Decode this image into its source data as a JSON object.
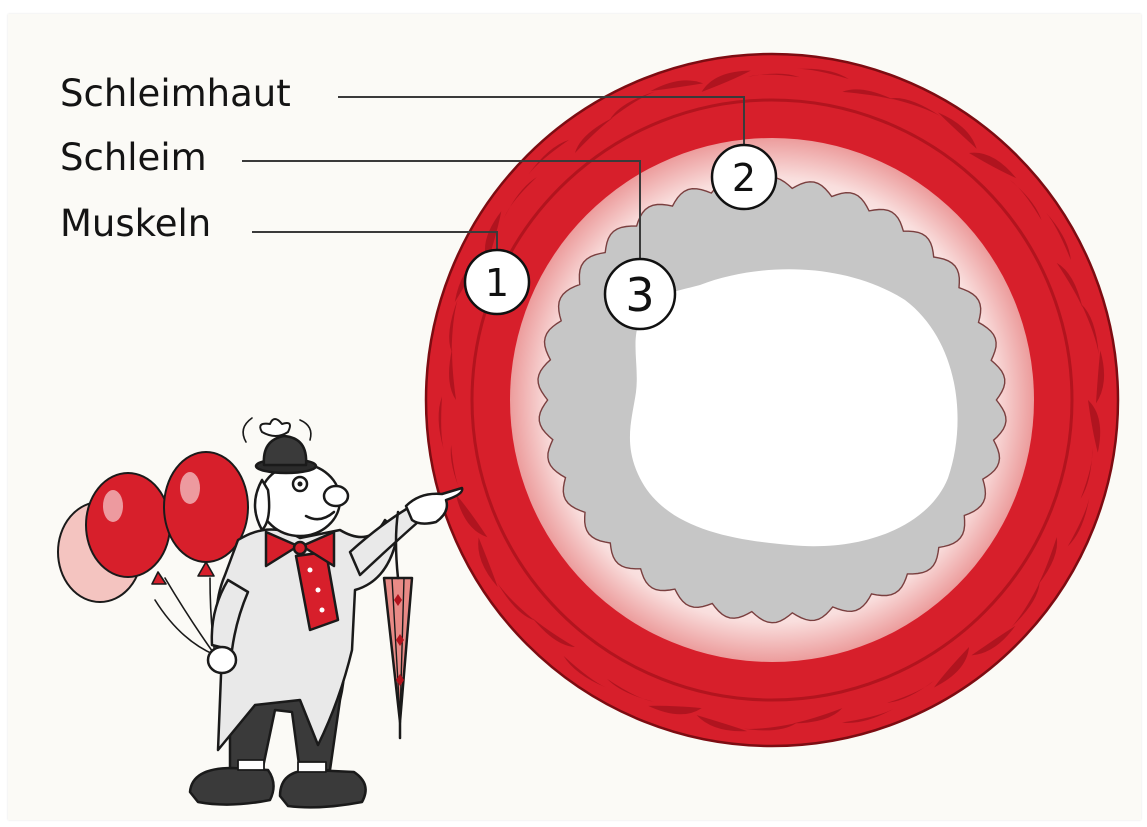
{
  "labels": {
    "schleimhaut": "Schleimhaut",
    "schleim": "Schleim",
    "muskeln": "Muskeln"
  },
  "markers": {
    "muscle": "1",
    "mucosa": "2",
    "mucus": "3"
  },
  "colors": {
    "muscle_red": "#d71f2b",
    "muscle_dark": "#a3121c",
    "mucosa_pink": "#f7d6d4",
    "mucus_gray": "#c6c6c6",
    "lumen": "#ffffff",
    "paper": "#fbfaf6"
  }
}
